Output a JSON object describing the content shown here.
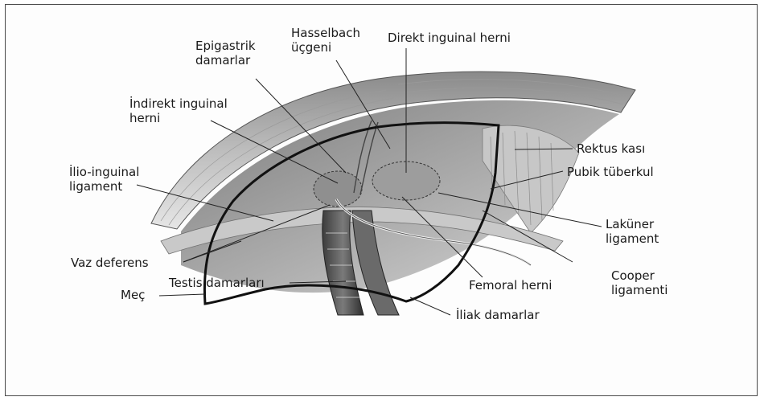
{
  "labels": {
    "epigastrik": [
      "Epigastrik",
      "damarlar"
    ],
    "hasselbach": [
      "Hasselbach",
      "üçgeni"
    ],
    "direkt": "Direkt inguinal herni",
    "indirekt": [
      "İndirekt inguinal",
      "herni"
    ],
    "rektus": "Rektus kası",
    "ilio": [
      "İlio-inguinal",
      "ligament"
    ],
    "pubik": "Pubik  tüberkul",
    "lakuner": [
      "Laküner",
      "ligament"
    ],
    "vaz": "Vaz deferens",
    "cooper": [
      "Cooper",
      "ligamenti"
    ],
    "testis": "Testis damarları",
    "femoral": "Femoral herni",
    "mec": "Meç",
    "iliak": "İliak damarlar"
  },
  "colors": {
    "outline": "#111111",
    "shading_dark": "#6e6e6e",
    "shading_mid": "#a6a6a6",
    "shading_light": "#d4d4d4",
    "leader": "#222222"
  }
}
